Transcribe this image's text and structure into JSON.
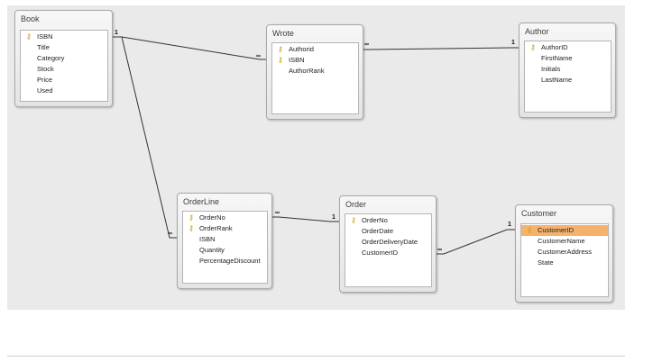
{
  "diagram": {
    "tables": {
      "book": {
        "title": "Book",
        "fields": [
          {
            "name": "ISBN",
            "key": true
          },
          {
            "name": "Title",
            "key": false
          },
          {
            "name": "Category",
            "key": false
          },
          {
            "name": "Stock",
            "key": false
          },
          {
            "name": "Price",
            "key": false
          },
          {
            "name": "Used",
            "key": false
          }
        ]
      },
      "wrote": {
        "title": "Wrote",
        "fields": [
          {
            "name": "Authorid",
            "key": true
          },
          {
            "name": "ISBN",
            "key": true
          },
          {
            "name": "AuthorRank",
            "key": false
          }
        ]
      },
      "author": {
        "title": "Author",
        "fields": [
          {
            "name": "AuthorID",
            "key": true
          },
          {
            "name": "FirstName",
            "key": false
          },
          {
            "name": "Initials",
            "key": false
          },
          {
            "name": "LastName",
            "key": false
          }
        ]
      },
      "orderline": {
        "title": "OrderLine",
        "fields": [
          {
            "name": "OrderNo",
            "key": true
          },
          {
            "name": "OrderRank",
            "key": true
          },
          {
            "name": "ISBN",
            "key": false
          },
          {
            "name": "Quantity",
            "key": false
          },
          {
            "name": "PercentageDiscount",
            "key": false
          }
        ]
      },
      "order": {
        "title": "Order",
        "fields": [
          {
            "name": "OrderNo",
            "key": true
          },
          {
            "name": "OrderDate",
            "key": false
          },
          {
            "name": "OrderDeliveryDate",
            "key": false
          },
          {
            "name": "CustomerID",
            "key": false
          }
        ]
      },
      "customer": {
        "title": "Customer",
        "fields": [
          {
            "name": "CustomerID",
            "key": true,
            "selected": true
          },
          {
            "name": "CustomerName",
            "key": false
          },
          {
            "name": "CustomerAddress",
            "key": false
          },
          {
            "name": "State",
            "key": false
          }
        ]
      }
    },
    "relationship_marks": {
      "one": "1",
      "many": "∞"
    },
    "colors": {
      "canvas": "#eaeaea",
      "selection": "#f4b26a",
      "key_icon": "#c99a14"
    }
  }
}
